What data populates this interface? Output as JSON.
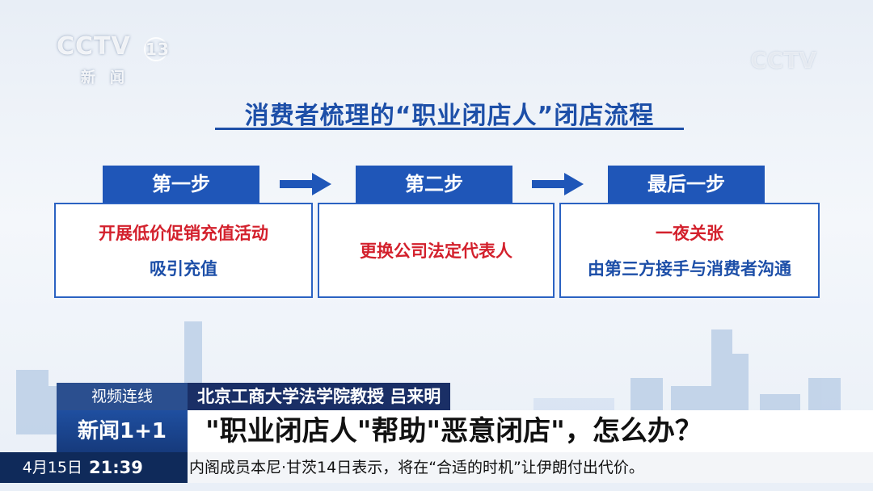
{
  "channel": {
    "logo": "CCTV",
    "number": "13",
    "sub": "新闻",
    "watermark": "CCTV"
  },
  "graphic": {
    "title": "消费者梳理的“职业闭店人”闭店流程",
    "steps": [
      {
        "heading": "第一步",
        "lines": [
          "开展低价促销充值活动",
          "吸引充值"
        ]
      },
      {
        "heading": "第二步",
        "lines": [
          "更换公司法定代表人"
        ]
      },
      {
        "heading": "最后一步",
        "lines": [
          "一夜关张",
          "由第三方接手与消费者沟通"
        ]
      }
    ]
  },
  "lower_third": {
    "tag": "视频连线",
    "guest": "北京工商大学法学院教授 吕来明",
    "program": "新闻1+1",
    "headline": "\"职业闭店人\"帮助\"恶意闭店\"，怎么办？"
  },
  "ticker": {
    "date": "4月15日",
    "time": "21:39",
    "text": "内阁成员本尼·甘茨14日表示，将在“合适的时机”让伊朗付出代价。"
  },
  "colors": {
    "accent": "#1f56b8",
    "emphasis": "#d3202c",
    "navy": "#0f2a5a"
  }
}
